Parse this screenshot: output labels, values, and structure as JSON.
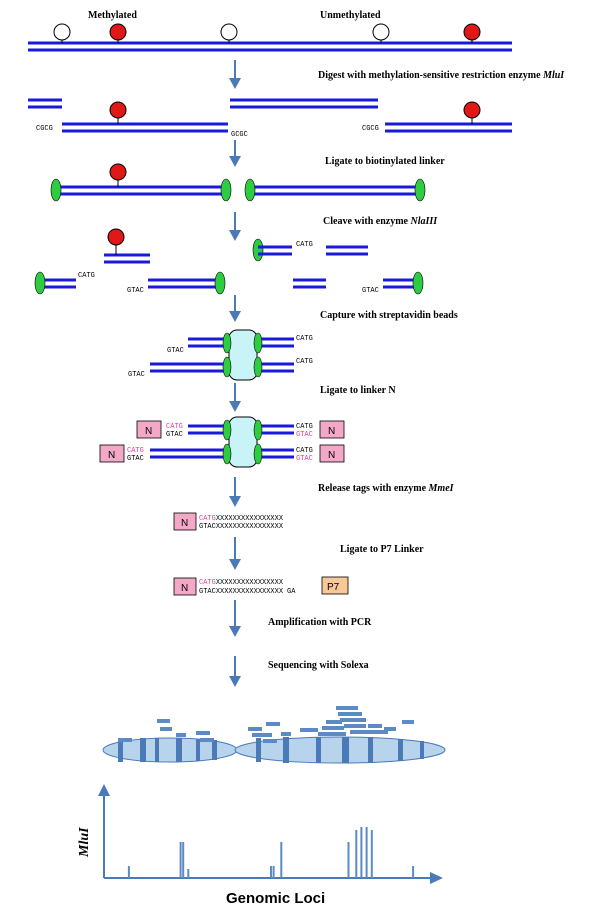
{
  "labels": {
    "methylated": "Methylated",
    "unmethylated": "Unmethylated",
    "step1": "Digest with methylation-sensitive restriction enzyme ",
    "step1_enzyme": "MluI",
    "step2": "Ligate to biotinylated linker",
    "step3": "Cleave with enzyme ",
    "step3_enzyme": "NlaIII",
    "step4": "Capture with streptavidin beads",
    "step5": "Ligate to linker N",
    "step6": "Release tags with enzyme ",
    "step6_enzyme": "MmeI",
    "step7": "Ligate to P7 Linker",
    "step8": "Amplification with PCR",
    "step9": "Sequencing with Solexa"
  },
  "sequences": {
    "cgcg": "CGCG",
    "gcgc": "GCGC",
    "catg": "CATG",
    "gtac": "GTAC",
    "tag_top": "XXXXXXXXXXXXXXXX",
    "tag_bottom": "XXXXXXXXXXXXXXXX",
    "ga": "GA"
  },
  "boxes": {
    "linker_n": "N",
    "linker_p7": "P7"
  },
  "axes": {
    "x_label": "Genomic Loci",
    "y_label": "MluI"
  },
  "colors": {
    "dna": "#1a1adc",
    "methylated": "#e01818",
    "linker": "#2ecc40",
    "bead": "#c8f4f8",
    "box_n": "#f4a8c8",
    "box_p7": "#f8c898",
    "magenta_seq": "#e040a0",
    "arrow": "#4a7ab8",
    "chromosome": "#b8d4ec",
    "reads": "#5b8ac4"
  },
  "chart_data": {
    "type": "bar",
    "description_of_marks": "relative MluI tag counts at genomic loci (unitless)",
    "xlabel": "Genomic Loci",
    "ylabel": "MluI",
    "x": [
      5,
      25,
      26,
      28,
      60,
      61,
      64,
      90,
      93,
      95,
      97,
      99,
      115
    ],
    "values": [
      2,
      6,
      6,
      1.5,
      2,
      2,
      6,
      6,
      8,
      8.5,
      8.5,
      8,
      2
    ]
  }
}
